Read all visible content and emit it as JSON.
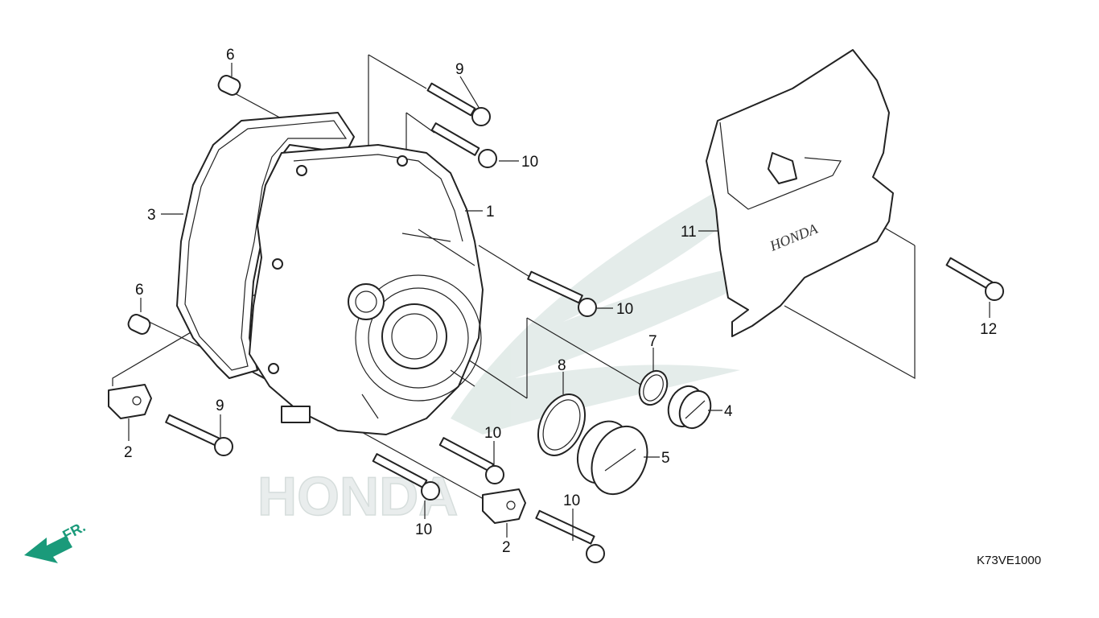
{
  "diagram": {
    "drawing_code": "K73VE1000",
    "direction_label": "FR.",
    "watermark_text": "HONDA",
    "cover_logo_text": "HONDA",
    "callouts": [
      {
        "id": "c6a",
        "label": "6"
      },
      {
        "id": "c9a",
        "label": "9"
      },
      {
        "id": "c10a",
        "label": "10"
      },
      {
        "id": "c3",
        "label": "3"
      },
      {
        "id": "c1",
        "label": "1"
      },
      {
        "id": "c11",
        "label": "11"
      },
      {
        "id": "c6b",
        "label": "6"
      },
      {
        "id": "c10b",
        "label": "10"
      },
      {
        "id": "c12",
        "label": "12"
      },
      {
        "id": "c7",
        "label": "7"
      },
      {
        "id": "c8",
        "label": "8"
      },
      {
        "id": "c4",
        "label": "4"
      },
      {
        "id": "c2a",
        "label": "2"
      },
      {
        "id": "c9b",
        "label": "9"
      },
      {
        "id": "c10c",
        "label": "10"
      },
      {
        "id": "c5",
        "label": "5"
      },
      {
        "id": "c10d",
        "label": "10"
      },
      {
        "id": "c2b",
        "label": "2"
      },
      {
        "id": "c10e",
        "label": "10"
      }
    ]
  },
  "colors": {
    "accent": "#1a9a7a",
    "watermark": "#dfe9e6",
    "line": "#222222"
  }
}
